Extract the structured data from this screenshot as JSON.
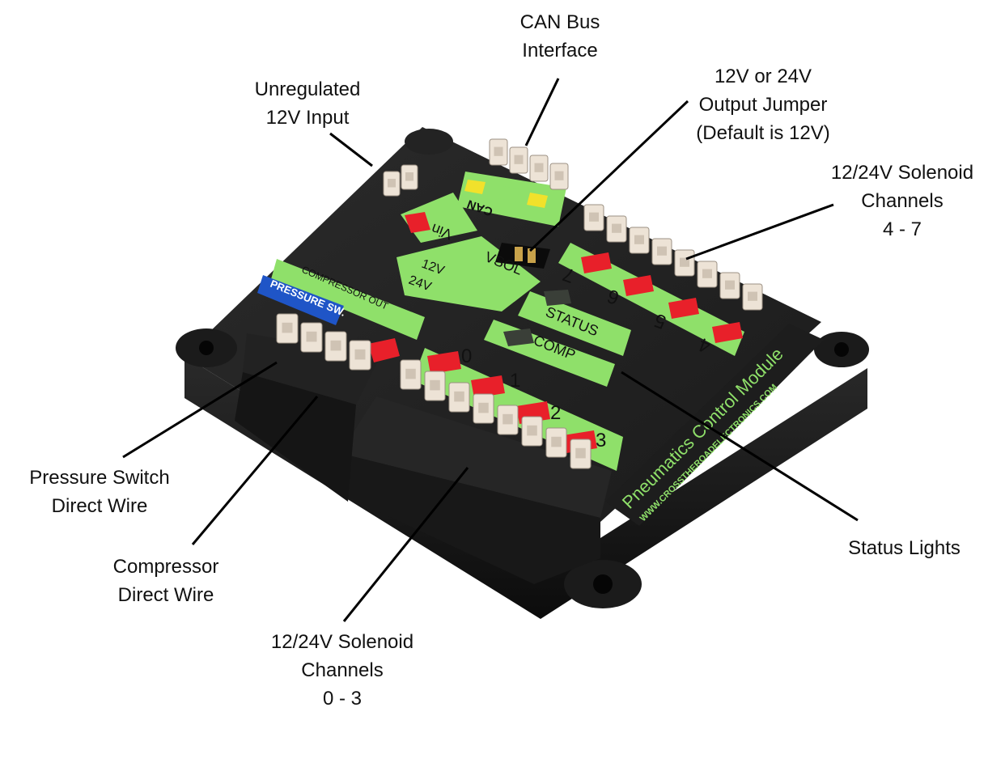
{
  "callouts": {
    "can": {
      "lines": [
        "CAN Bus",
        "Interface"
      ]
    },
    "vin": {
      "lines": [
        "Unregulated",
        "12V Input"
      ]
    },
    "jumper": {
      "lines": [
        "12V or 24V",
        "Output Jumper",
        "(Default is 12V)"
      ]
    },
    "sol47": {
      "lines": [
        "12/24V Solenoid",
        "Channels",
        "4 - 7"
      ]
    },
    "psw": {
      "lines": [
        "Pressure Switch",
        "Direct Wire"
      ]
    },
    "comp": {
      "lines": [
        "Compressor",
        "Direct Wire"
      ]
    },
    "status": {
      "lines": [
        "Status Lights"
      ]
    },
    "sol03": {
      "lines": [
        "12/24V Solenoid",
        "Channels",
        "0 - 3"
      ]
    }
  },
  "board": {
    "can_label": "CAN",
    "vin_label": "Vin",
    "vsol_label": "VSOL",
    "v12_label": "12V",
    "v24_label": "24V",
    "pressure_sw_label": "PRESSURE SW.",
    "compressor_out_label": "COMPRESSOR OUT",
    "status_label": "STATUS",
    "comp_label": "COMP",
    "product_name": "Pneumatics Control Module",
    "website": "WWW.CROSSTHEROADELECTRONICS.COM",
    "channels_front": [
      "0",
      "1",
      "2",
      "3"
    ],
    "channels_right": [
      "7",
      "6",
      "5",
      "4"
    ]
  },
  "colors": {
    "housing": "#1e1e1e",
    "housing_side": "#151515",
    "board_green": "#8fe06a",
    "connector": "#ede3d6",
    "led_red": "#e8202a",
    "led_yellow": "#f1e12b",
    "badge_blue": "#1f55c7"
  }
}
